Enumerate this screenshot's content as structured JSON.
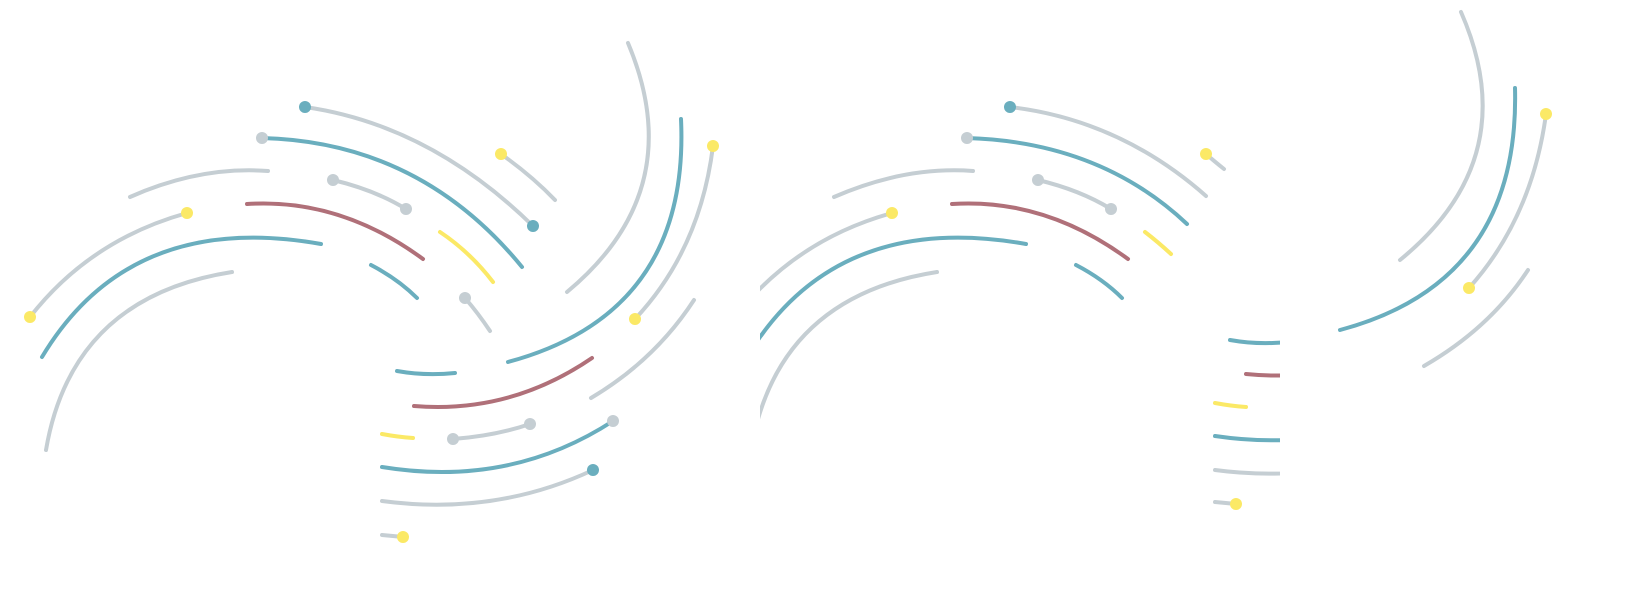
{
  "palette": {
    "gray": "#c5ced3",
    "teal": "#6aaebe",
    "rose": "#b07079",
    "yellow": "#fbe966"
  },
  "motifs": [
    {
      "name": "swirl-left",
      "colors": [
        "teal",
        "gray",
        "rose",
        "yellow"
      ]
    },
    {
      "name": "swirl-right",
      "colors": [
        "teal",
        "gray",
        "rose",
        "yellow"
      ]
    }
  ]
}
